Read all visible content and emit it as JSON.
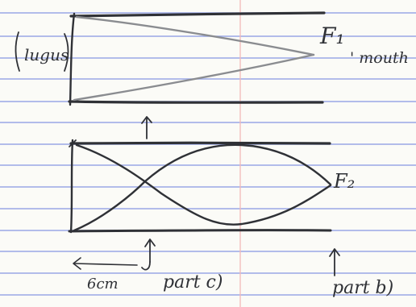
{
  "notes": {
    "lugus_label": "lugus",
    "f1_label": "F₁",
    "f1_note": "' mouth",
    "f2_label": "F₂",
    "measure_label": "6cm",
    "part_c_label": "part c)",
    "part_b_label": "part b)"
  },
  "colors": {
    "paper": "#fbfbf7",
    "ruled_line": "#9aa7e6",
    "margin_line": "#f2b8b8",
    "ink": "#2f3136"
  }
}
